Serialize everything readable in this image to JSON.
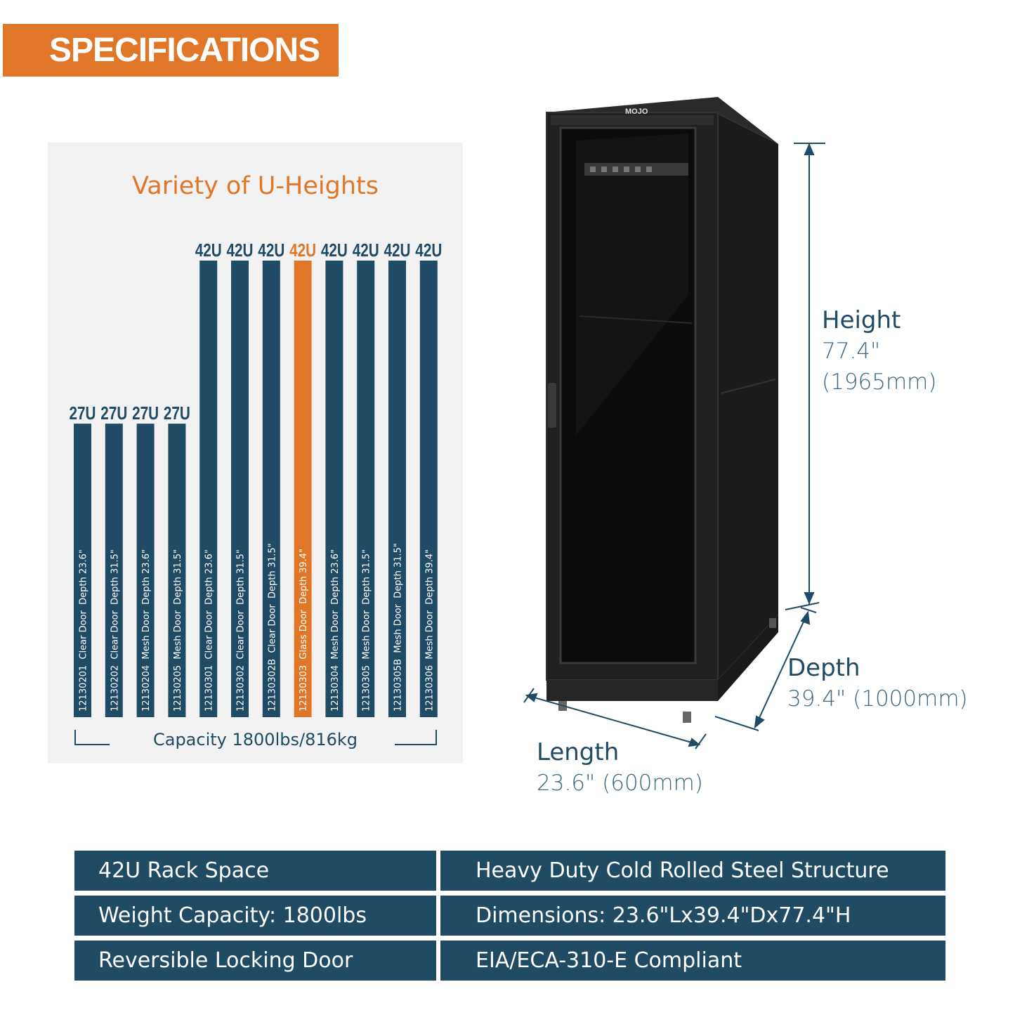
{
  "banner": {
    "title": "SPECIFICATIONS"
  },
  "chart_data": {
    "type": "bar",
    "title": "Variety of U-Heights",
    "categories": [
      "12130201  Clear Door  Depth 23.6\"",
      "12130202  Clear Door  Depth 31.5\"",
      "12130204  Mesh Door  Depth 23.6\"",
      "12130205  Mesh Door  Depth 31.5\"",
      "12130301  Clear Door  Depth 23.6\"",
      "12130302  Clear Door  Depth 31.5\"",
      "12130302B  Clear Door  Depth 31.5\"",
      "12130303  Glass Door  Depth 39.4\"",
      "12130304  Mesh Door  Depth 23.6\"",
      "12130305  Mesh Door  Depth 31.5\"",
      "12130305B  Mesh Door  Depth 31.5\"",
      "12130306  Mesh Door  Depth 39.4\""
    ],
    "values": [
      27,
      27,
      27,
      27,
      42,
      42,
      42,
      42,
      42,
      42,
      42,
      42
    ],
    "data_labels": [
      "27U",
      "27U",
      "27U",
      "27U",
      "42U",
      "42U",
      "42U",
      "42U",
      "42U",
      "42U",
      "42U",
      "42U"
    ],
    "highlight_index": 7,
    "colors": {
      "bar": "#1f4b64",
      "highlight": "#e07628",
      "label": "#1f4b64"
    },
    "ylim": [
      0,
      42
    ],
    "footer": "Capacity 1800lbs/816kg"
  },
  "product": {
    "brand": "MOJO",
    "height": {
      "label": "Height",
      "value_in": "77.4\"",
      "value_mm": "(1965mm)"
    },
    "depth": {
      "label": "Depth",
      "value": "39.4\" (1000mm)"
    },
    "length": {
      "label": "Length",
      "value": "23.6\" (600mm)"
    }
  },
  "specs": {
    "left": [
      "42U Rack Space",
      "Weight Capacity: 1800lbs",
      "Reversible Locking Door"
    ],
    "right": [
      "Heavy Duty Cold Rolled Steel Structure",
      "Dimensions: 23.6\"Lx39.4\"Dx77.4\"H",
      "EIA/ECA-310-E Compliant"
    ]
  },
  "colors": {
    "accent": "#e07628",
    "navy": "#1f4b64",
    "panel": "#f2f2f2"
  }
}
